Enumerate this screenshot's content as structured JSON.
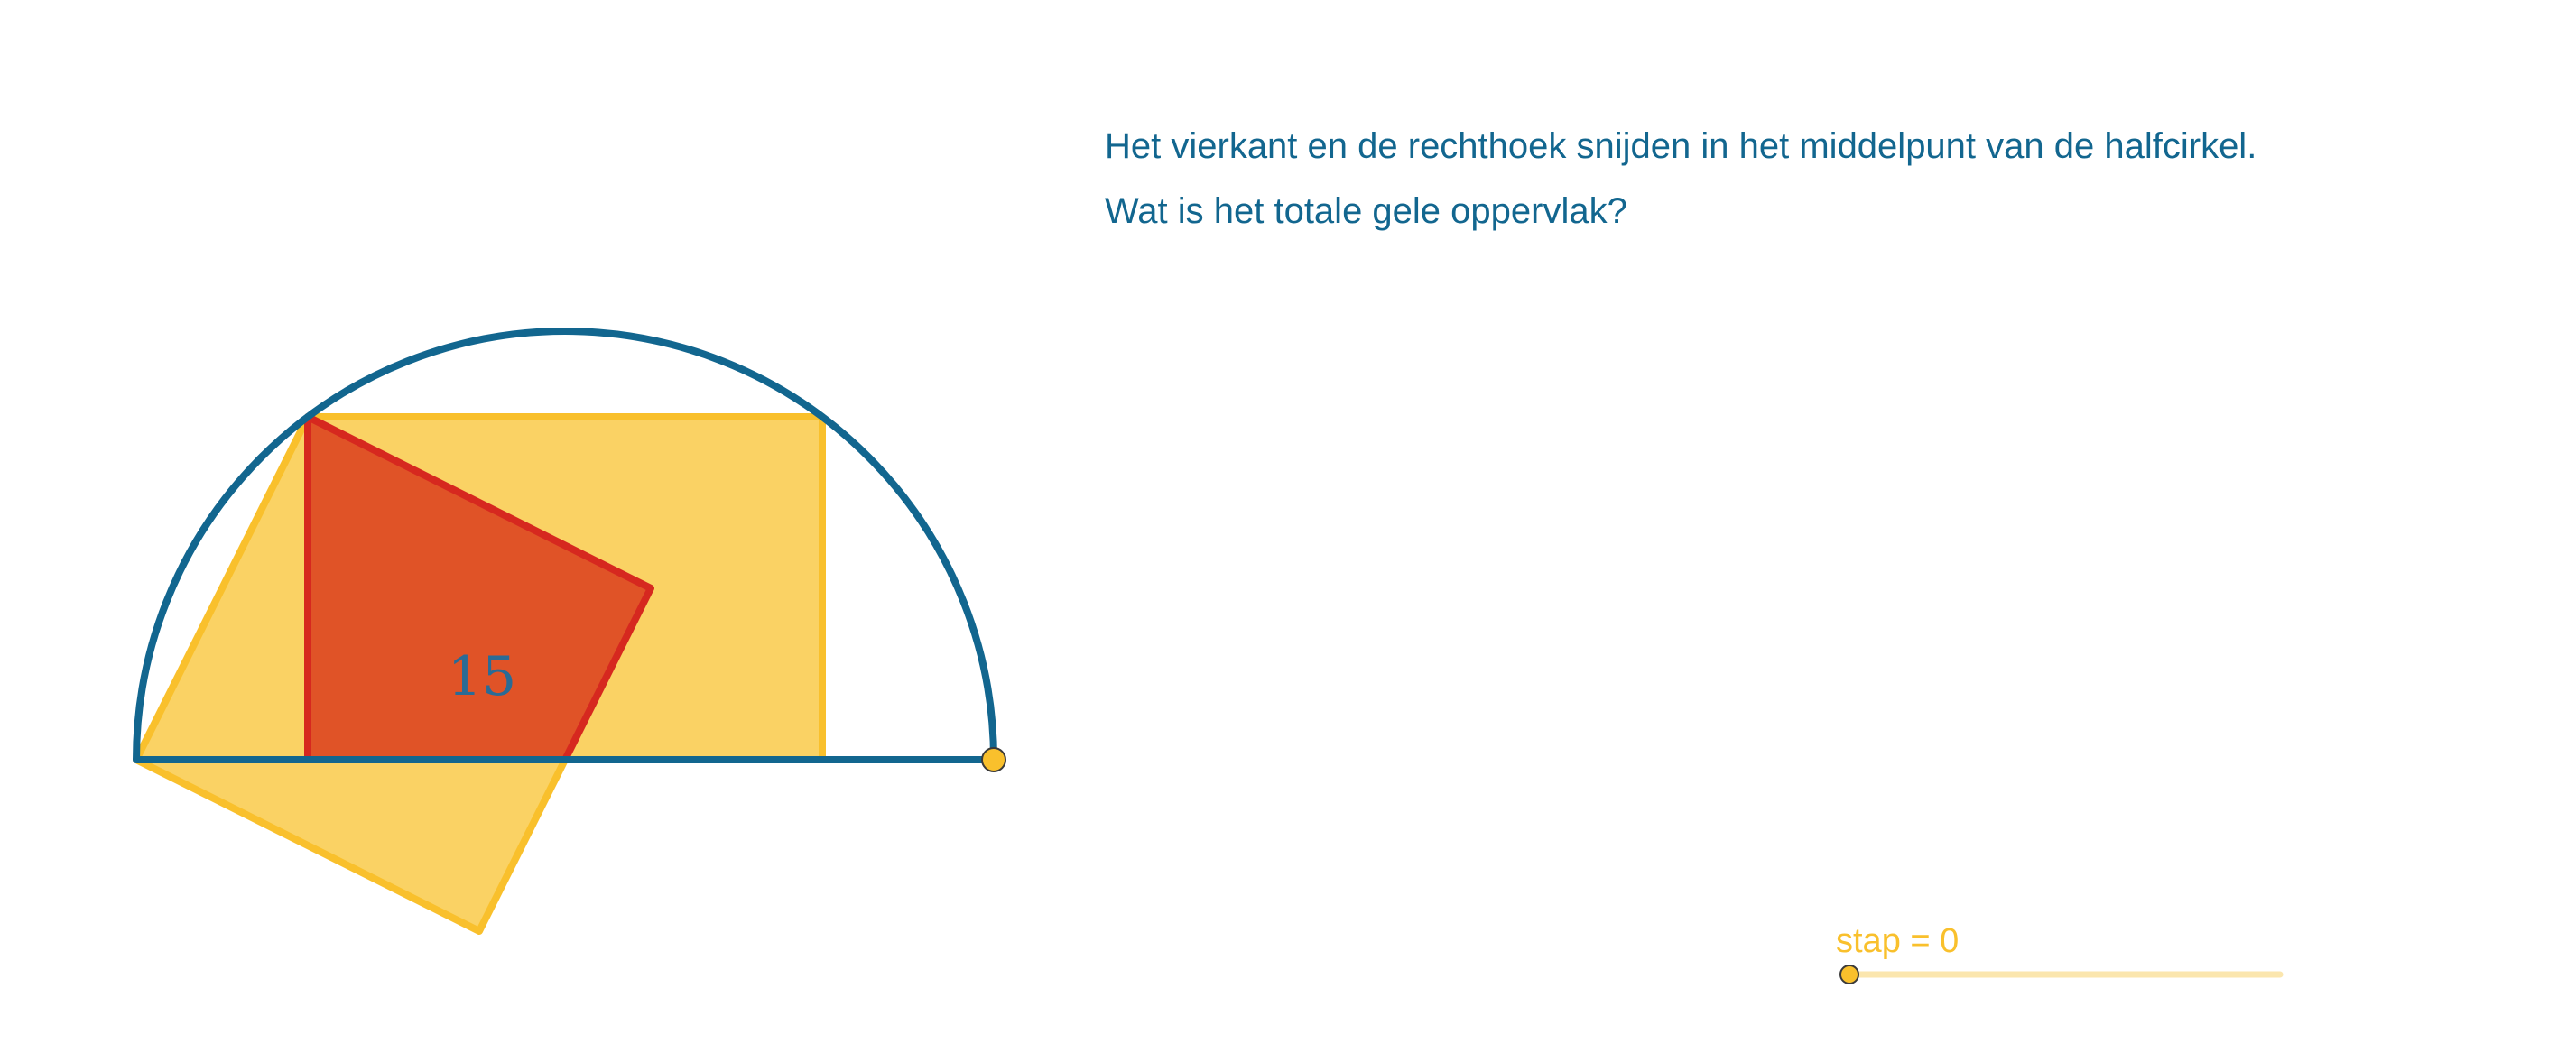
{
  "question": {
    "line1": "Het vierkant en de rechthoek snijden in het middelpunt van de halfcirkel.",
    "line2": "Wat is het totale gele oppervlak?"
  },
  "figure": {
    "area_label": "15",
    "shapes": [
      "semicircle",
      "square",
      "rectangle",
      "quadrilateral"
    ]
  },
  "slider": {
    "name": "stap",
    "value": 0,
    "label": "stap = 0",
    "fraction": 0
  },
  "colors": {
    "circle": "#12668f",
    "yellow_fill": "#fad264",
    "yellow_stroke": "#f9c02c",
    "red_fill": "#e05327",
    "red_stroke": "#d6281f",
    "text": "#12668f",
    "slider": "#f9c02c",
    "slider_track": "#fbe6ae"
  }
}
